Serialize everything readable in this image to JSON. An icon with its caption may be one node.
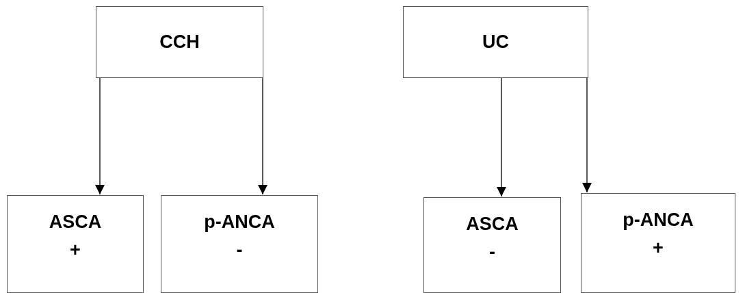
{
  "diagram": {
    "nodes": [
      {
        "text": [
          "CCH"
        ]
      },
      {
        "text": [
          "UC"
        ]
      },
      {
        "text": [
          "ASCA",
          "+"
        ]
      },
      {
        "text": [
          "p-ANCA",
          "-"
        ]
      },
      {
        "text": [
          "ASCA",
          "-"
        ]
      },
      {
        "text": [
          "p-ANCA",
          "+"
        ]
      }
    ],
    "edges": [
      {
        "from": 0,
        "to": 2,
        "arrow": "to"
      },
      {
        "from": 0,
        "to": 3,
        "arrow": "to"
      },
      {
        "from": 1,
        "to": 4,
        "arrow": "to"
      },
      {
        "from": 1,
        "to": 5,
        "arrow": "to"
      }
    ]
  }
}
